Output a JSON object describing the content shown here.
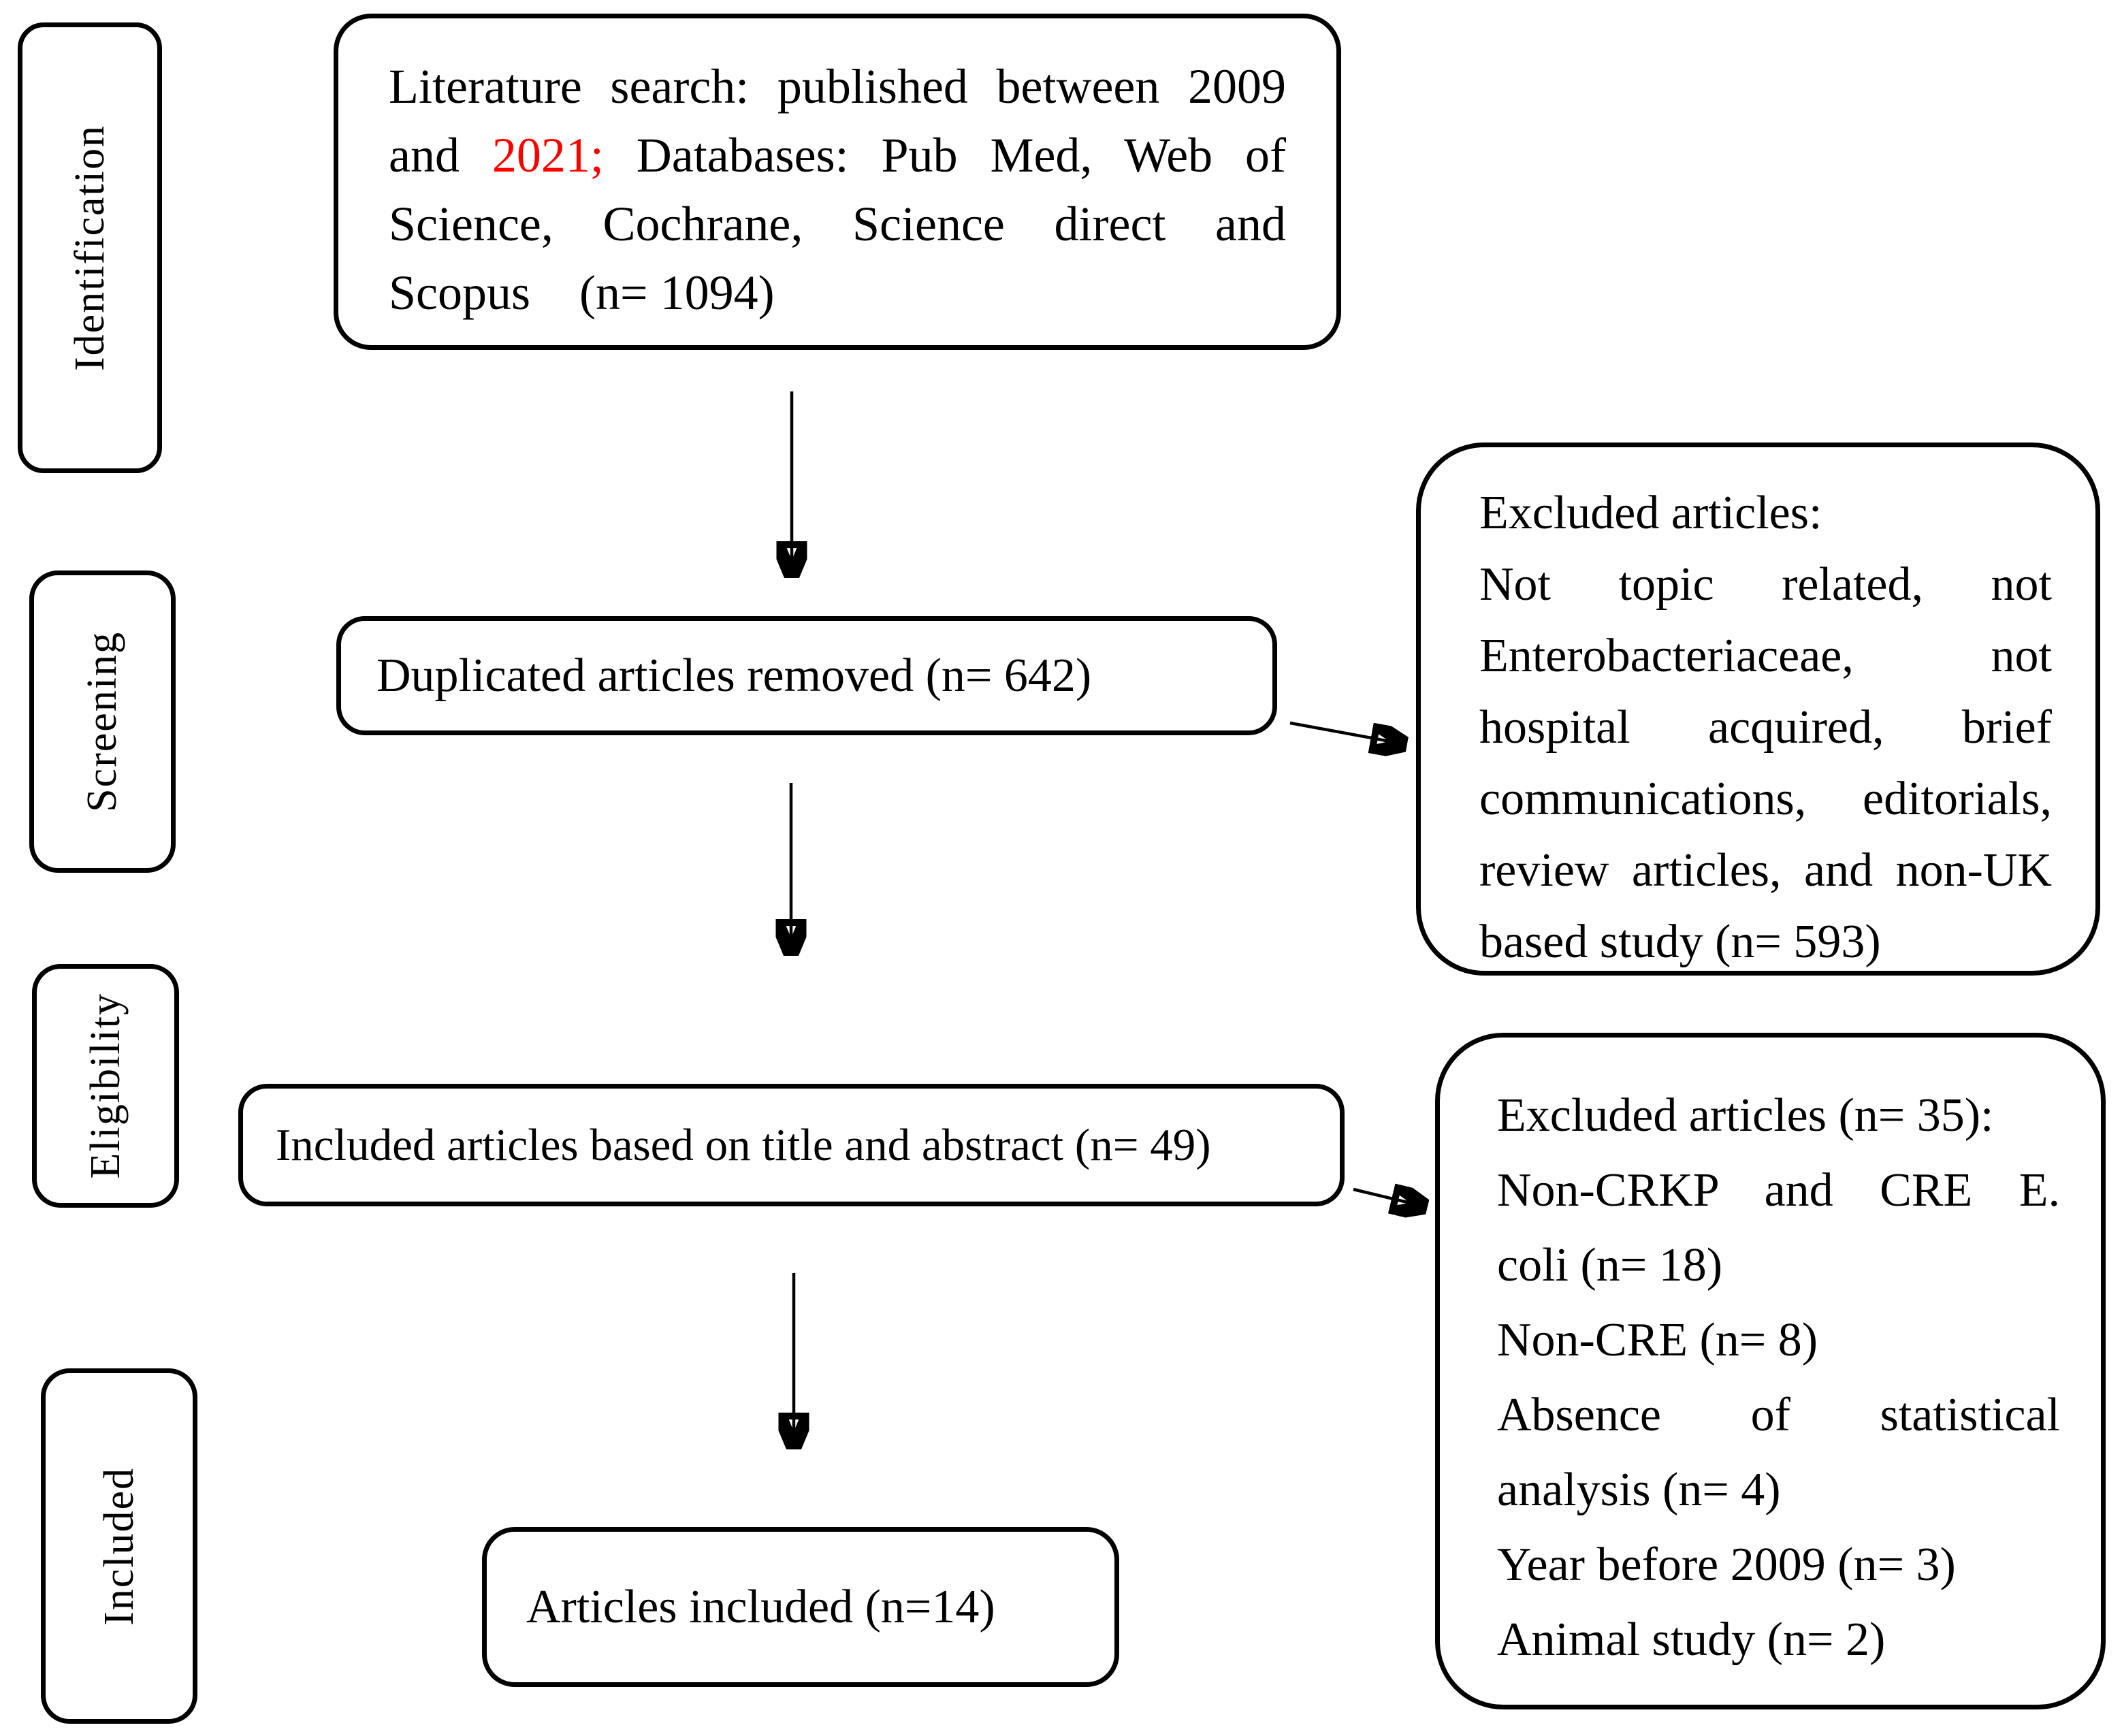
{
  "colors": {
    "ink": "#000000",
    "highlight_red": "#fe0000",
    "background": "#ffffff"
  },
  "sidebar": {
    "stages": [
      {
        "label": "Identification"
      },
      {
        "label": "Screening"
      },
      {
        "label": "Eligibility"
      },
      {
        "label": "Included"
      }
    ]
  },
  "flow": {
    "literature_box": {
      "line1": "Literature search: published between 2009",
      "line2_pre": "and",
      "line2_red": "2021;",
      "line2_post": "Databases: Pub Med, Web of",
      "line3": "Science, Cochrane, Science direct and",
      "line4": "Scopus    (n= 1094)"
    },
    "duplicated_box": {
      "text": "Duplicated articles removed (n= 642)"
    },
    "title_abstract_box": {
      "text": "Included articles based on title and abstract (n= 49)"
    },
    "articles_included_box": {
      "text": "Articles included (n=14)"
    }
  },
  "exclusions": {
    "screening": {
      "lines": [
        "Excluded articles:",
        "Not topic related, not",
        "Enterobacteriaceae, not",
        "hospital acquired, brief",
        "communications, editorials,",
        "review articles, and non-UK",
        "based study (n= 593)"
      ]
    },
    "eligibility": {
      "lines": [
        "Excluded articles (n= 35):",
        "Non-CRKP and CRE E.",
        "coli (n= 18)",
        "Non-CRE (n= 8)",
        "Absence of statistical",
        "analysis (n= 4)",
        "Year before 2009 (n= 3)",
        "Animal study (n= 2)"
      ]
    }
  }
}
